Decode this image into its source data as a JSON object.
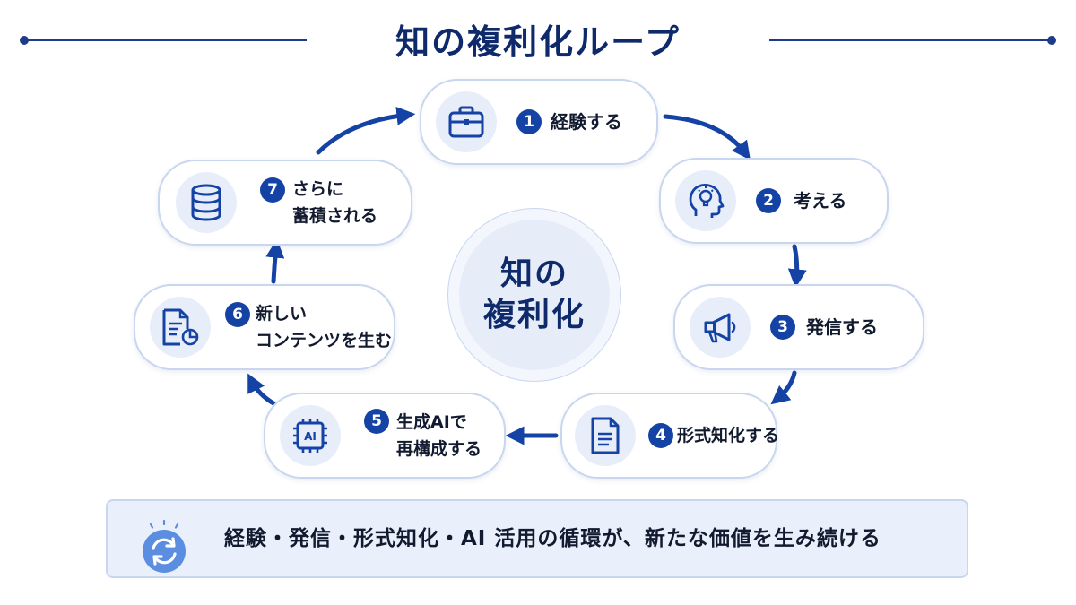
{
  "title": "知の複利化ループ",
  "center": {
    "line1": "知の",
    "line2": "複利化"
  },
  "steps": [
    {
      "num": "1",
      "lines": [
        "経験する"
      ],
      "icon": "briefcase-icon"
    },
    {
      "num": "2",
      "lines": [
        "考える"
      ],
      "icon": "head-lightbulb-icon"
    },
    {
      "num": "3",
      "lines": [
        "発信する"
      ],
      "icon": "megaphone-icon"
    },
    {
      "num": "4",
      "lines": [
        "形式知化する"
      ],
      "icon": "document-icon"
    },
    {
      "num": "5",
      "lines": [
        "生成AIで",
        "再構成する"
      ],
      "icon": "ai-chip-icon",
      "chip_text": "AI"
    },
    {
      "num": "6",
      "lines": [
        "新しい",
        "コンテンツを生む"
      ],
      "icon": "document-chart-icon"
    },
    {
      "num": "7",
      "lines": [
        "さらに",
        "蓄積される"
      ],
      "icon": "database-icon"
    }
  ],
  "banner": {
    "text": "経験・発信・形式知化・AI 活用の循環が、新たな価値を生み続ける",
    "icon": "refresh-cycle-icon"
  },
  "colors": {
    "primary": "#1543a5",
    "title": "#0f2a6b",
    "node_border": "#c9d6ef",
    "icon_bg": "#e8eef9",
    "banner_bg": "#eaf0fb"
  }
}
